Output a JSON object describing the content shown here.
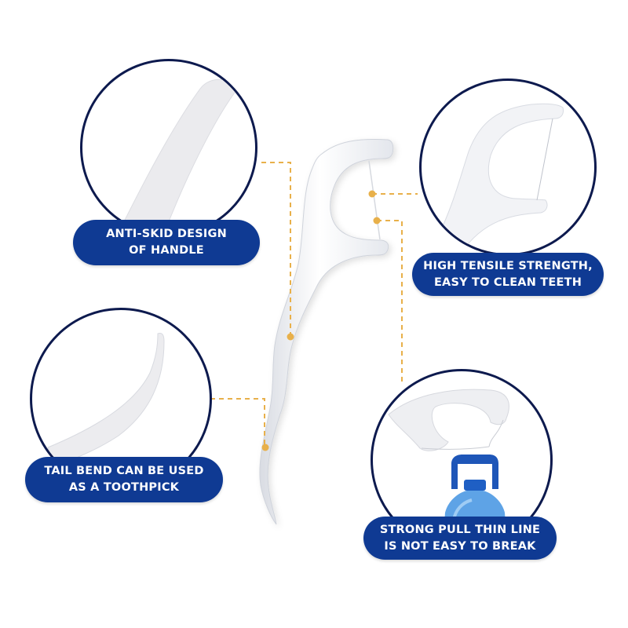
{
  "colors": {
    "label_bg": "#0f3a93",
    "circle_border": "#0d1a4e",
    "connector": "#e8b04a",
    "product_fill": "#f4f5f8",
    "bottle_blue": "#1f5fc4"
  },
  "features": [
    {
      "id": "handle",
      "lines": [
        "ANTI-SKID DESIGN",
        "OF HANDLE"
      ],
      "image": "handle-closeup"
    },
    {
      "id": "tensile",
      "lines": [
        "HIGH TENSILE STRENGTH,",
        "EASY TO CLEAN TEETH"
      ],
      "image": "floss-head-closeup"
    },
    {
      "id": "toothpick",
      "lines": [
        "TAIL BEND CAN BE USED",
        "AS A TOOTHPICK"
      ],
      "image": "tail-tip-closeup"
    },
    {
      "id": "pull",
      "lines": [
        "STRONG PULL THIN LINE",
        "IS NOT EASY TO BREAK"
      ],
      "image": "floss-lifting-water-bottle"
    }
  ]
}
